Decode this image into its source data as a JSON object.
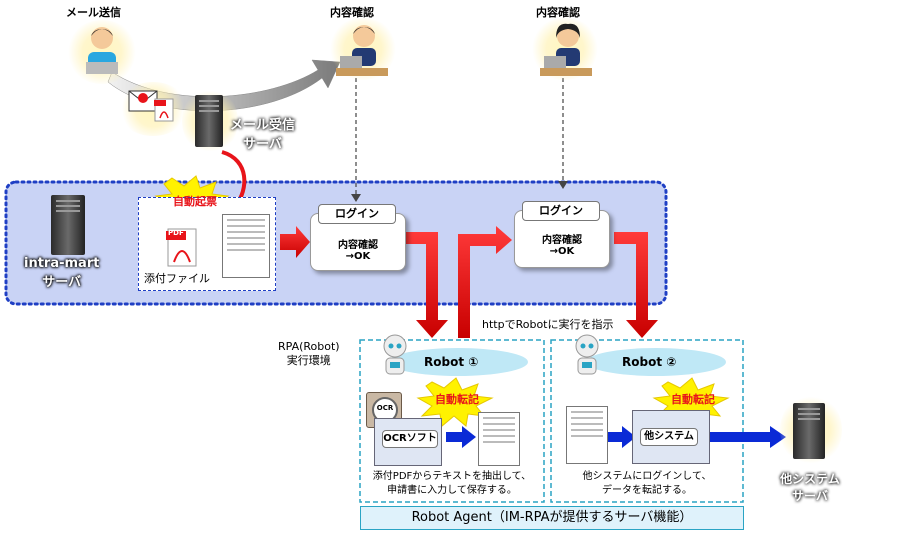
{
  "top": {
    "mail_send": "メール送信",
    "content_check_1": "内容確認",
    "content_check_2": "内容確認"
  },
  "mail_server": {
    "line1": "メール受信",
    "line2": "サーバ"
  },
  "intramart": {
    "line1": "intra-mart",
    "line2": "サーバ"
  },
  "auto_start_burst": "自動起票",
  "attachment_label": "添付ファイル",
  "pdf_text": "PDF",
  "login_1": {
    "tab": "ログイン",
    "body1": "内容確認",
    "body2": "→OK"
  },
  "login_2": {
    "tab": "ログイン",
    "body1": "内容確認",
    "body2": "→OK"
  },
  "http_instruction": "httpでRobotに実行を指示",
  "rpa_env": {
    "line1": "RPA(Robot)",
    "line2": "実行環境"
  },
  "robot1": {
    "name": "Robot ①",
    "burst": "自動転記",
    "ocr_icon": "OCR",
    "ocr_soft": "OCRソフト",
    "desc1": "添付PDFからテキストを抽出して、",
    "desc2": "申請書に入力して保存する。"
  },
  "robot2": {
    "name": "Robot ②",
    "burst": "自動転記",
    "other_sys": "他システム",
    "desc1": "他システムにログインして、",
    "desc2": "データを転記する。"
  },
  "robot_agent": "Robot Agent（IM-RPAが提供するサーバ機能）",
  "other_server": {
    "line1": "他システム",
    "line2": "サーバ"
  },
  "colors": {
    "red_arrow": "#e8141a",
    "blue_arrow": "#0a2ad6",
    "band": "#c9d3f5",
    "dash": "#1f3fc4",
    "cyan": "#2aa4c4"
  }
}
